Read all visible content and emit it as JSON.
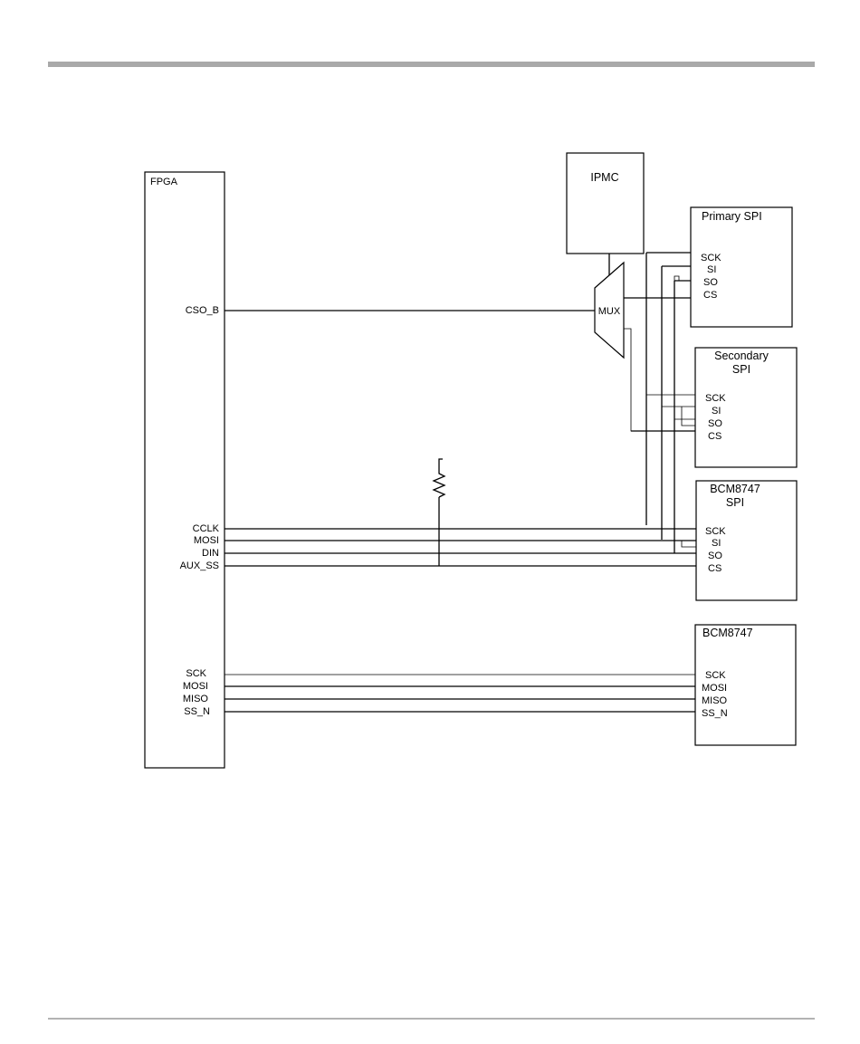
{
  "page": {
    "header_rule_color": "#a9a9a9",
    "footer_rule_color": "#b3b3b3"
  },
  "blocks": {
    "fpga": {
      "title": "FPGA",
      "pins_mux": [
        "CSO_B"
      ],
      "pins_config": [
        "CCLK",
        "MOSI",
        "DIN",
        "AUX_SS"
      ],
      "pins_spi": [
        "SCK",
        "MOSI",
        "MISO",
        "SS_N"
      ]
    },
    "ipmc": {
      "title": "IPMC"
    },
    "mux": {
      "label": "MUX"
    },
    "primary_spi": {
      "title": "Primary SPI",
      "pins": [
        "SCK",
        "SI",
        "SO",
        "CS"
      ]
    },
    "secondary_spi": {
      "title_line1": "Secondary",
      "title_line2": "SPI",
      "pins": [
        "SCK",
        "SI",
        "SO",
        "CS"
      ]
    },
    "bcm_spi": {
      "title_line1": "BCM8747",
      "title_line2": "SPI",
      "pins": [
        "SCK",
        "SI",
        "SO",
        "CS"
      ]
    },
    "bcm": {
      "title": "BCM8747",
      "pins": [
        "SCK",
        "MOSI",
        "MISO",
        "SS_N"
      ]
    }
  }
}
